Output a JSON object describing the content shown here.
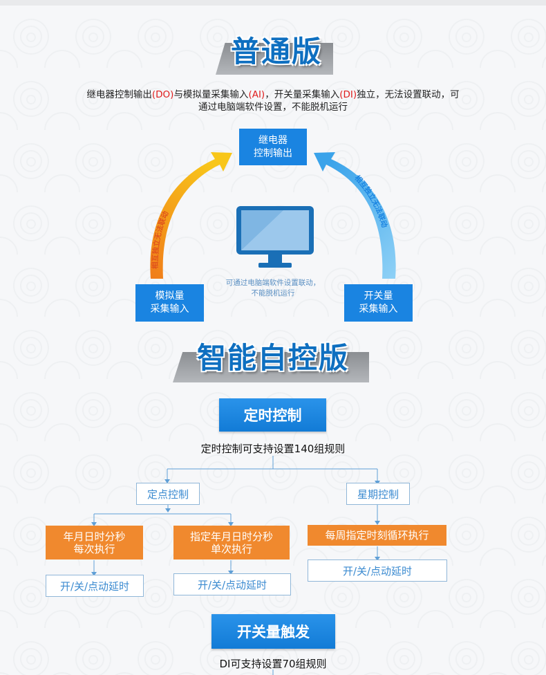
{
  "section1": {
    "title": "普通版",
    "description_parts": [
      "继电器控制输出",
      "(DO)",
      "与模拟量采集输入",
      "(AI)",
      "，开关量采集输入",
      "(DI)",
      "独立，无法设置联动，可"
    ],
    "description_line2": "通过电脑端软件设置，不能脱机运行",
    "relay_box": {
      "line1": "继电器",
      "line2": "控制输出"
    },
    "analog_box": {
      "line1": "模拟量",
      "line2": "采集输入"
    },
    "switch_box": {
      "line1": "开关量",
      "line2": "采集输入"
    },
    "left_arrow_label": "相互独立无法联动",
    "right_arrow_label": "相互独立无法联动",
    "monitor_note_line1": "可通过电脑端软件设置联动，",
    "monitor_note_line2": "不能脱机运行"
  },
  "section2": {
    "title": "智能自控版",
    "timer_button": "定时控制",
    "timer_rule": "定时控制可支持设置140组规则",
    "fixed_point": "定点控制",
    "weekly": "星期控制",
    "every_time": {
      "line1": "年月日时分秒",
      "line2": "每次执行"
    },
    "single_time": {
      "line1": "指定年月日时分秒",
      "line2": "单次执行"
    },
    "weekly_loop": "每周指定时刻循环执行",
    "delay_1": "开/关/点动延时",
    "delay_2": "开/关/点动延时",
    "delay_3": "开/关/点动延时",
    "switch_trigger_button": "开关量触发",
    "switch_trigger_rule": "DI可支持设置70组规则"
  },
  "colors": {
    "brand_blue": "#1a84e1",
    "title_blue": "#0e6fc0",
    "orange": "#f0892e",
    "highlight_red": "#e01d1d",
    "arrow_left_gradient": [
      "#f29a1f",
      "#f7c51c"
    ],
    "arrow_right_gradient": [
      "#79c7f2",
      "#3ea6ea"
    ]
  },
  "icons": [
    "monitor-icon",
    "curved-arrow-left-icon",
    "curved-arrow-right-icon"
  ]
}
